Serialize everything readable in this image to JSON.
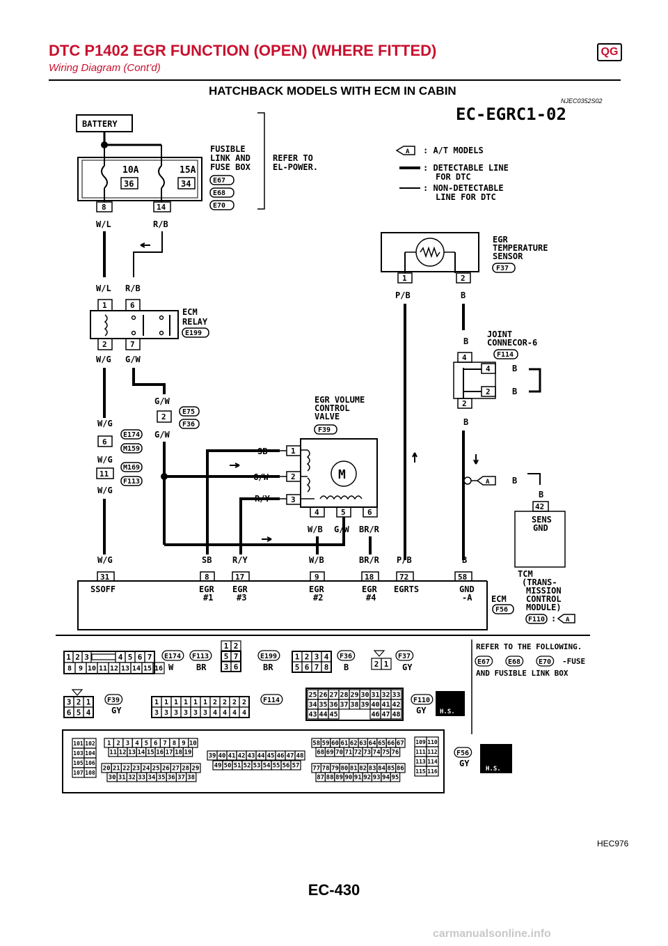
{
  "header": {
    "title": "DTC P1402 EGR FUNCTION (OPEN) (WHERE FITTED)",
    "subtitle": "Wiring Diagram (Cont’d)",
    "badge": "QG"
  },
  "section": {
    "title": "HATCHBACK MODELS WITH ECM IN CABIN",
    "code": "NJEC0352S02"
  },
  "diagram": {
    "id": "EC-EGRC1-02",
    "battery": "BATTERY",
    "fuse_left_amp": "10A",
    "fuse_left_no": "36",
    "fuse_right_amp": "15A",
    "fuse_right_no": "34",
    "fusible_link_l1": "FUSIBLE",
    "fusible_link_l2": "LINK AND",
    "fusible_link_l3": "FUSE BOX",
    "fuse_conn_1": "E67",
    "fuse_conn_2": "E68",
    "fuse_conn_3": "E70",
    "refer_l1": "REFER TO",
    "refer_l2": "EL-POWER.",
    "fuse_pin_left": "8",
    "fuse_pin_right": "14",
    "wire_wl": "W/L",
    "wire_rb": "R/B",
    "relay_pin_1": "1",
    "relay_pin_6": "6",
    "relay_pin_2": "2",
    "relay_pin_7": "7",
    "relay_l1": "ECM",
    "relay_l2": "RELAY",
    "relay_conn": "E199",
    "wire_wg": "W/G",
    "wire_gw": "G/W",
    "gw_pin": "2",
    "gw_conn_1": "E75",
    "gw_conn_2": "F36",
    "wg_pin_6": "6",
    "wg_pin_11": "11",
    "wg_conn_1": "E174",
    "wg_conn_2": "M159",
    "wg_conn_3": "M169",
    "wg_conn_4": "F113",
    "legend_a_symbol": "A",
    "legend_a": ": A/T MODELS",
    "legend_detect_l1": ": DETECTABLE LINE",
    "legend_detect_l2": "FOR DTC",
    "legend_nondetect_l1": ": NON-DETECTABLE",
    "legend_nondetect_l2": "LINE FOR DTC",
    "sensor_l1": "EGR",
    "sensor_l2": "TEMPERATURE",
    "sensor_l3": "SENSOR",
    "sensor_conn": "F37",
    "sensor_pin_1": "1",
    "sensor_pin_2": "2",
    "wire_pb": "P/B",
    "wire_b": "B",
    "joint_l1": "JOINT",
    "joint_l2": "CONNECOR-6",
    "joint_conn": "F114",
    "joint_pin_4": "4",
    "joint_pin_2": "2",
    "valve_l1": "EGR VOLUME",
    "valve_l2": "CONTROL",
    "valve_l3": "VALVE",
    "valve_conn": "F39",
    "valve_motor": "M",
    "valve_pin_1": "1",
    "valve_pin_2": "2",
    "valve_pin_3": "3",
    "valve_pin_4": "4",
    "valve_pin_5": "5",
    "valve_pin_6": "6",
    "wire_sb": "SB",
    "wire_ry": "R/Y",
    "wire_wb": "W/B",
    "wire_brr": "BR/R",
    "tcm_pin": "42",
    "tcm_sens_l1": "SENS",
    "tcm_sens_l2": "GND",
    "tcm_l1": "TCM",
    "tcm_l2": "(TRANS-",
    "tcm_l3": "MISSION",
    "tcm_l4": "CONTROL",
    "tcm_l5": "MODULE)",
    "tcm_conn": "F110",
    "tcm_colon": ":",
    "ecm_label": "ECM",
    "ecm_conn": "F56",
    "ecm_pin_31": "31",
    "ecm_pin_8": "8",
    "ecm_pin_17": "17",
    "ecm_pin_9": "9",
    "ecm_pin_18": "18",
    "ecm_pin_72": "72",
    "ecm_pin_58": "58",
    "ecm_term_ssoff": "SSOFF",
    "ecm_term_egr1_a": "EGR",
    "ecm_term_egr1_b": "#1",
    "ecm_term_egr3_a": "EGR",
    "ecm_term_egr3_b": "#3",
    "ecm_term_egr2_a": "EGR",
    "ecm_term_egr2_b": "#2",
    "ecm_term_egr4_a": "EGR",
    "ecm_term_egr4_b": "#4",
    "ecm_term_egrts": "EGRTS",
    "ecm_term_gnd_a": "GND",
    "ecm_term_gnd_b": "-A"
  },
  "connectors": {
    "e174_label": "E174",
    "e174_color": "W",
    "f113_label": "F113",
    "f113_color": "BR",
    "e199_label": "E199",
    "e199_color": "BR",
    "f36_label": "F36",
    "f36_color": "B",
    "f37_label": "F37",
    "f37_color": "GY",
    "f39_label": "F39",
    "f39_color": "GY",
    "f114_label": "F114",
    "f110_label": "F110",
    "f110_color": "GY",
    "f56_label": "F56",
    "f56_color": "GY",
    "hs": "H.S.",
    "refer_l1": "REFER TO THE FOLLOWING.",
    "refer_e67": "E67",
    "refer_e68": "E68",
    "refer_e70": "E70",
    "refer_suffix": "-FUSE",
    "refer_l3": "AND FUSIBLE LINK BOX",
    "c16_top": [
      "1",
      "2",
      "3",
      "4",
      "5",
      "6",
      "7"
    ],
    "c16_bot": [
      "8",
      "9",
      "10",
      "11",
      "12",
      "13",
      "14",
      "15",
      "16"
    ],
    "c6_top": [
      "5",
      "7"
    ],
    "c6_bot": [
      "3",
      "6"
    ],
    "c6_tab": [
      "1",
      "2"
    ],
    "c8_top": [
      "1",
      "2",
      "3",
      "4"
    ],
    "c8_bot": [
      "5",
      "6",
      "7",
      "8"
    ],
    "c2": [
      "2",
      "1"
    ],
    "c6b_top": [
      "3",
      "2",
      "1"
    ],
    "c6b_bot": [
      "6",
      "5",
      "4"
    ],
    "f114_top": [
      "1",
      "1",
      "1",
      "1",
      "1",
      "1",
      "2",
      "2",
      "2",
      "2"
    ],
    "f114_bot": [
      "3",
      "3",
      "3",
      "3",
      "3",
      "3",
      "4",
      "4",
      "4",
      "4"
    ],
    "f110_r1": [
      "25",
      "26",
      "27",
      "28",
      "29",
      "30",
      "31",
      "32",
      "33"
    ],
    "f110_r2": [
      "34",
      "35",
      "36",
      "37",
      "38",
      "39",
      "40",
      "41",
      "42"
    ],
    "f110_r3a": [
      "43",
      "44",
      "45"
    ],
    "f110_r3b": [
      "46",
      "47",
      "48"
    ],
    "ecm_left": [
      "101",
      "102",
      "103",
      "104",
      "105",
      "106",
      "107",
      "108"
    ],
    "ecm_right": [
      "109",
      "110",
      "111",
      "112",
      "113",
      "114",
      "115",
      "116"
    ],
    "ecm_a1": [
      "1",
      "2",
      "3",
      "4",
      "5",
      "6",
      "7",
      "8",
      "9",
      "10"
    ],
    "ecm_a2": [
      "11",
      "12",
      "13",
      "14",
      "15",
      "16",
      "17",
      "18",
      "19"
    ],
    "ecm_a3": [
      "20",
      "21",
      "22",
      "23",
      "24",
      "25",
      "26",
      "27",
      "28",
      "29"
    ],
    "ecm_a4": [
      "30",
      "31",
      "32",
      "33",
      "34",
      "35",
      "36",
      "37",
      "38"
    ],
    "ecm_b1": [
      "39",
      "40",
      "41",
      "42",
      "43",
      "44",
      "45",
      "46",
      "47",
      "48"
    ],
    "ecm_b2": [
      "49",
      "50",
      "51",
      "52",
      "53",
      "54",
      "55",
      "56",
      "57"
    ],
    "ecm_c1": [
      "58",
      "59",
      "60",
      "61",
      "62",
      "63",
      "64",
      "65",
      "66",
      "67"
    ],
    "ecm_c2": [
      "68",
      "69",
      "70",
      "71",
      "72",
      "73",
      "74",
      "75",
      "76"
    ],
    "ecm_c3": [
      "77",
      "78",
      "79",
      "80",
      "81",
      "82",
      "83",
      "84",
      "85",
      "86"
    ],
    "ecm_c4": [
      "87",
      "88",
      "89",
      "90",
      "91",
      "92",
      "93",
      "94",
      "95"
    ]
  },
  "figure_code": "HEC976",
  "page_number": "EC-430",
  "watermark": "carmanualsonline.info"
}
